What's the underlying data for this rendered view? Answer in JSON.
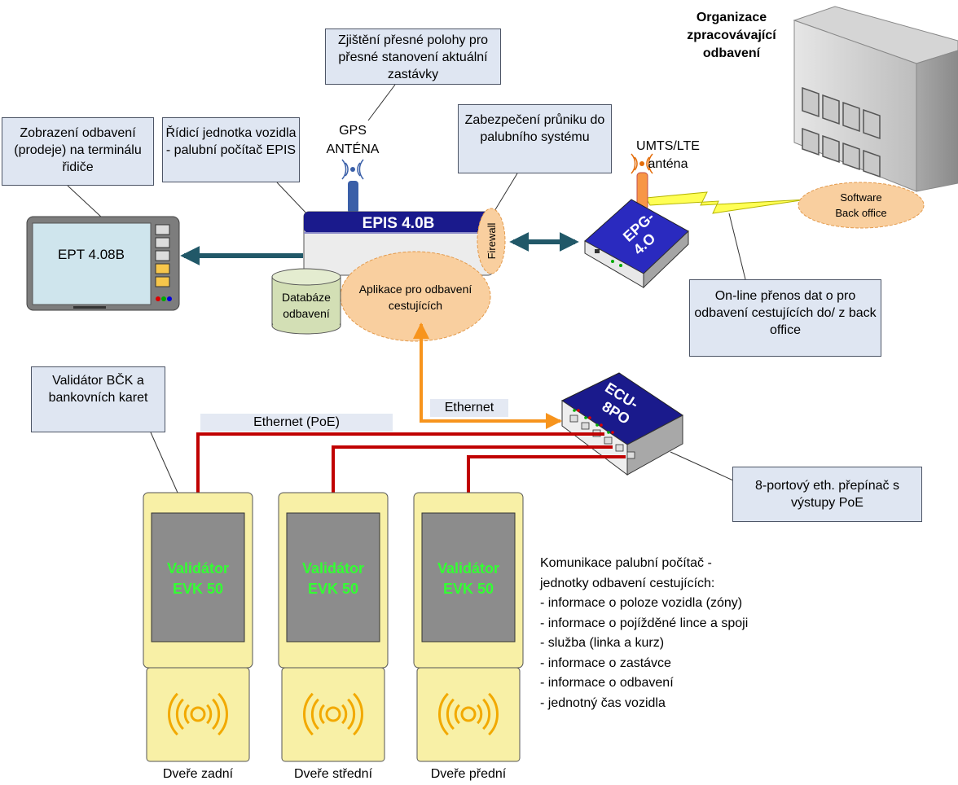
{
  "callouts": {
    "display": "Zobrazení odbavení (prodeje) na terminálu řidiče",
    "control_unit": "Řídicí jednotka vozidla - palubní počítač EPIS",
    "gps_position": "Zjištění přesné polohy pro přesné stanovení aktuální zastávky",
    "security": "Zabezpečení průniku do palubního systému",
    "online_transfer": "On-line přenos dat o pro odbavení cestujících do/ z back office",
    "validator_desc": "Validátor BČK a bankovních karet",
    "switch_desc": "8-portový eth. přepínač s výstupy PoE"
  },
  "labels": {
    "gps_antenna_line1": "GPS",
    "gps_antenna_line2": "ANTÉNA",
    "umts_line1": "UMTS/LTE",
    "umts_line2": "anténa",
    "org_line1": "Organizace",
    "org_line2": "zpracovávající",
    "org_line3": "odbavení",
    "software_line1": "Software",
    "software_line2": "Back office",
    "epis_title": "EPIS 4.0B",
    "firewall": "Firewall",
    "database_line1": "Databáze",
    "database_line2": "odbavení",
    "app_line1": "Aplikace pro odbavení",
    "app_line2": "cestujících",
    "ept": "EPT 4.08B",
    "epg_line1": "EPG-",
    "epg_line2": "4.O",
    "ecu_line1": "ECU-",
    "ecu_line2": "8PO",
    "ethernet": "Ethernet",
    "ethernet_poe": "Ethernet (PoE)"
  },
  "validators": [
    {
      "line1": "Validátor",
      "line2": "EVK 50",
      "door": "Dveře zadní"
    },
    {
      "line1": "Validátor",
      "line2": "EVK 50",
      "door": "Dveře střední"
    },
    {
      "line1": "Validátor",
      "line2": "EVK 50",
      "door": "Dveře přední"
    }
  ],
  "communication": {
    "title_line1": "Komunikace palubní počítač -",
    "title_line2": "jednotky odbavení cestujících:",
    "items": [
      "- informace o poloze vozidla  (zóny)",
      "- informace o pojížděné lince a spoji",
      "- služba (linka a kurz)",
      "- informace o zastávce",
      "- informace o odbavení",
      "- jednotný čas vozidla"
    ]
  },
  "colors": {
    "callout_fill": "#dfe6f2",
    "device_blue": "#1a1a8c",
    "oval_fill": "#f9cf9f",
    "poe_line": "#c00000",
    "ethernet_line": "#f7941d",
    "link_arrow": "#215868",
    "validator_body": "#f8f0a6",
    "validator_label": "#33ff33"
  }
}
